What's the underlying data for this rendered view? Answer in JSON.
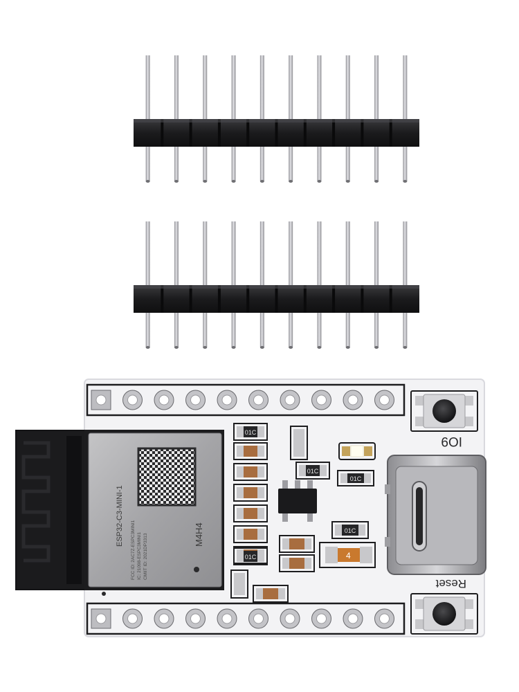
{
  "colors": {
    "background": "#ffffff",
    "pcb": "#f4f4f6",
    "header_plastic": "#1c1c1e",
    "pin_metal": "#b9b9bd",
    "shield_metal": "#a9a9ac",
    "antenna": "#151517",
    "pad_gold": "#c9a24f",
    "button_cap": "#2a2a2c",
    "led": "#fffdf0",
    "silk_text": "#3a3a3a"
  },
  "headers": {
    "count": 2,
    "pins_per_header": 10
  },
  "board": {
    "pin_rows": {
      "holes_per_row": 10
    },
    "module": {
      "name": "ESP32-C3-MINI-1",
      "marking": "M4H4",
      "fine_print": [
        "FCC ID: 2AC7Z-ESPC3MINI1",
        "IC: 21098-ESPC3MINI1",
        "CMIIT ID: 2021DP3313"
      ]
    },
    "labels": {
      "io9": "IO9",
      "reset": "Reset"
    },
    "chip_codes": {
      "c1": "01C",
      "c2": "01C",
      "c3": "01C",
      "r1": "01C",
      "u1": "4"
    },
    "usb": "usb-c-connector",
    "led": "power-led"
  }
}
